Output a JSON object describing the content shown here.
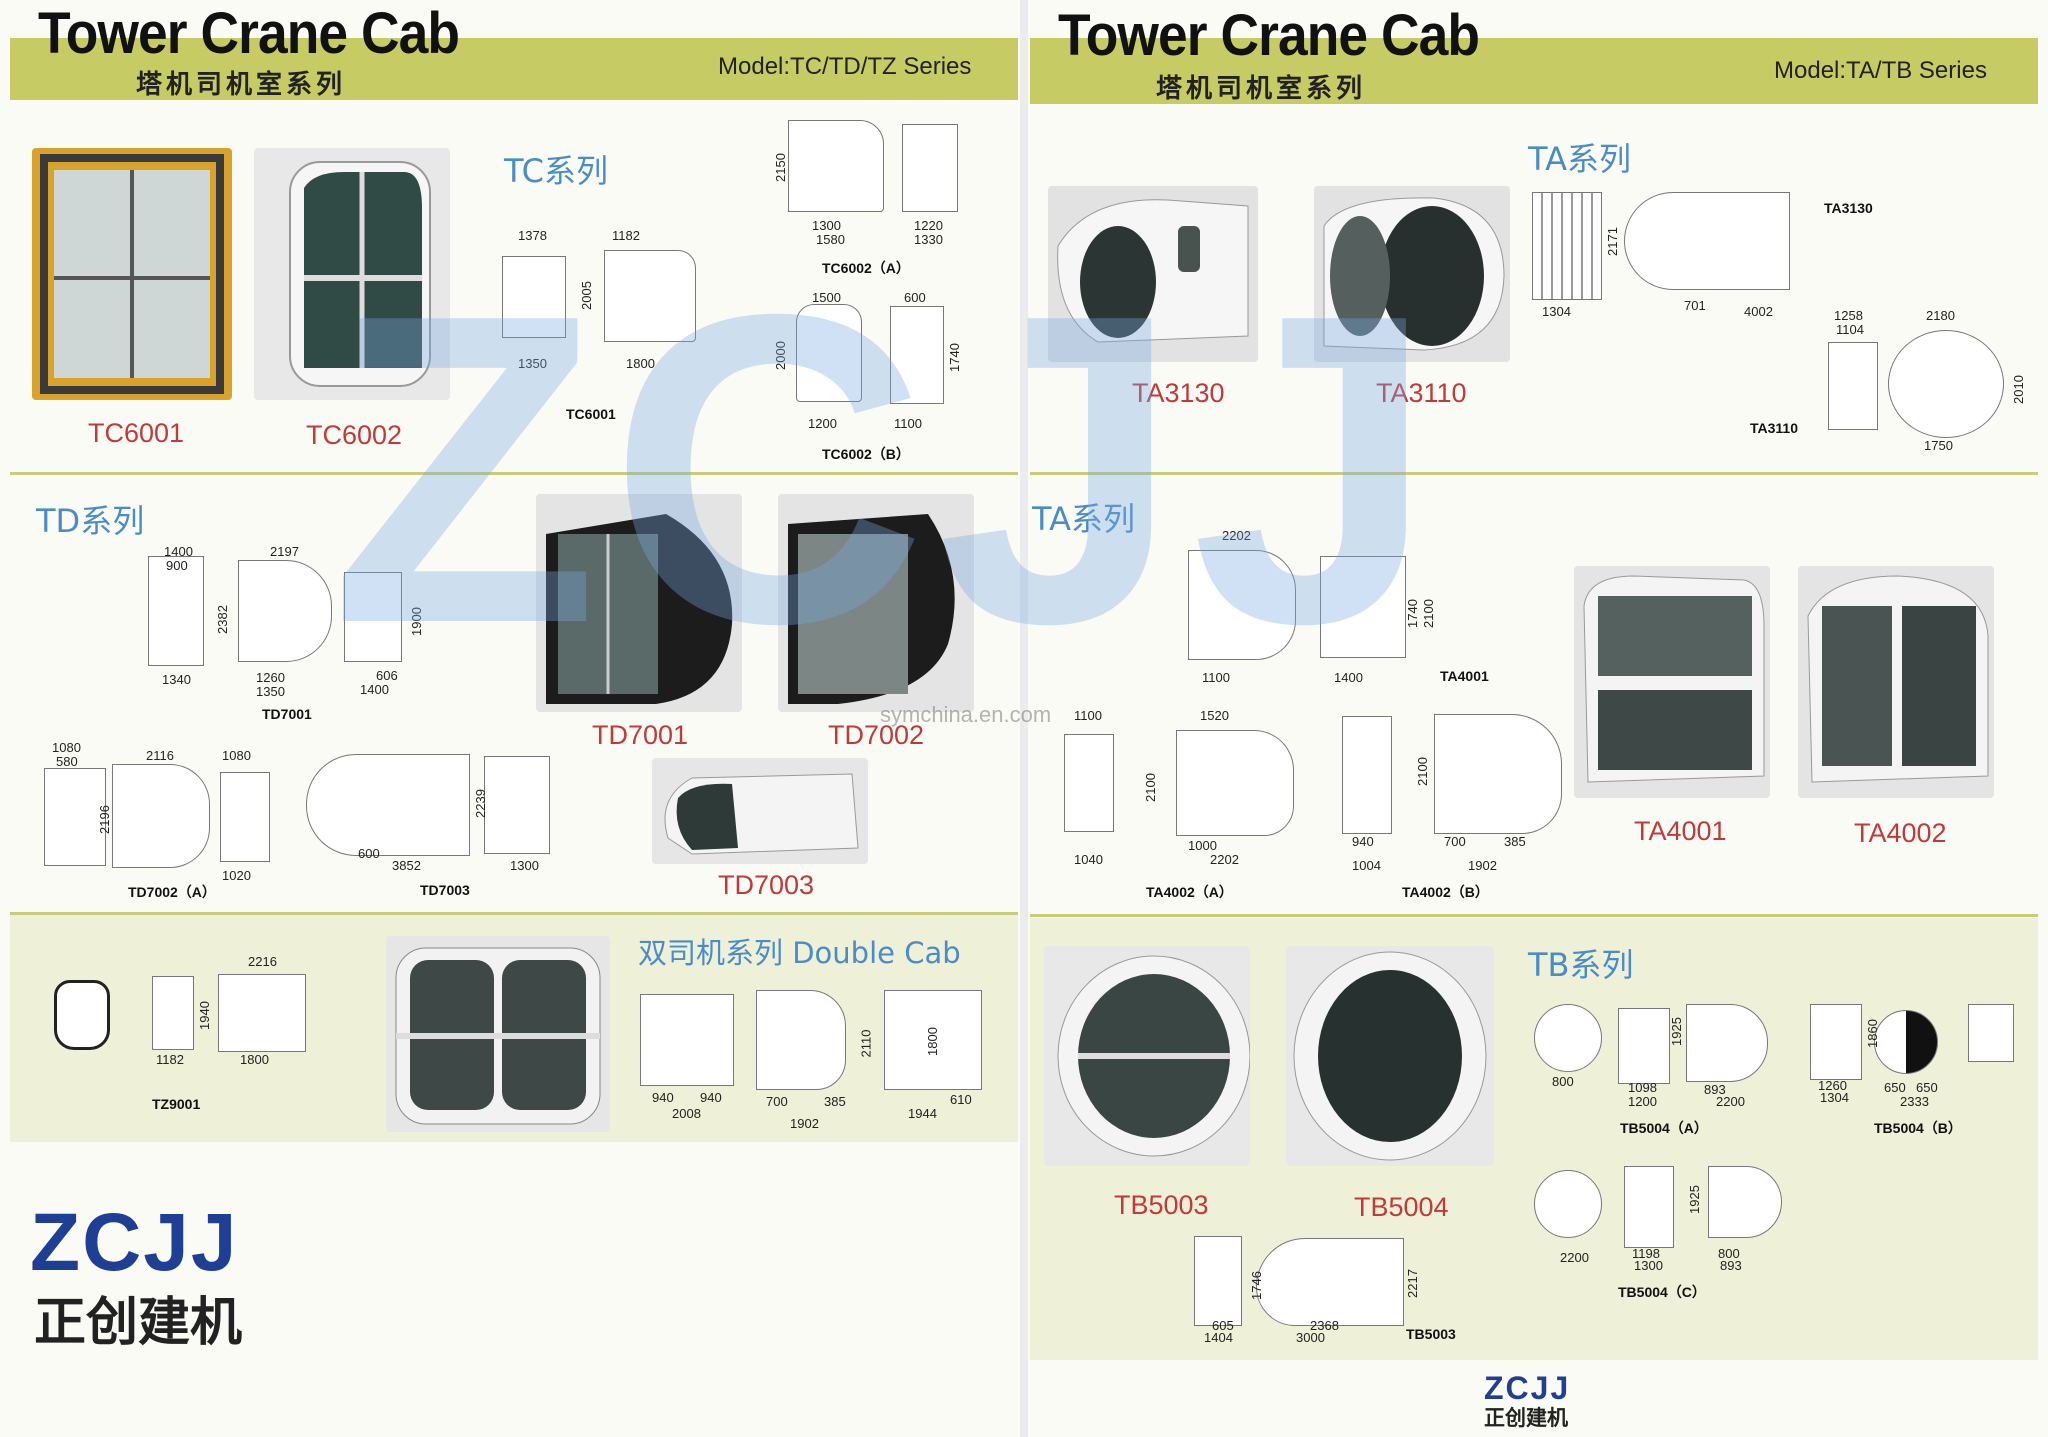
{
  "left": {
    "title": "Tower Crane Cab",
    "subtitle_cn": "塔机司机室系列",
    "model": "Model:TC/TD/TZ Series",
    "tc": {
      "series": "TC系列",
      "products": [
        "TC6001",
        "TC6002"
      ],
      "drawings": [
        "TC6001",
        "TC6002（A）",
        "TC6002（B）"
      ],
      "dims": [
        "1378",
        "1182",
        "2005",
        "1350",
        "1800",
        "2150",
        "1300",
        "1580",
        "1220",
        "1330",
        "1500",
        "600",
        "2000",
        "1740",
        "1200",
        "1100"
      ]
    },
    "td": {
      "series": "TD系列",
      "products": [
        "TD7001",
        "TD7002",
        "TD7003"
      ],
      "drawings": [
        "TD7001",
        "TD7002（A）",
        "TD7003"
      ],
      "dims": [
        "1400",
        "900",
        "2197",
        "2382",
        "1900",
        "1260",
        "1350",
        "1340",
        "606",
        "1400",
        "1080",
        "580",
        "2116",
        "1080",
        "2196",
        "1020",
        "600",
        "3852",
        "2239",
        "1300"
      ]
    },
    "double": {
      "series": "双司机系列  Double Cab",
      "drawings": [
        "TZ9001"
      ],
      "dims": [
        "2216",
        "1940",
        "1182",
        "1800",
        "940",
        "940",
        "2008",
        "2110",
        "700",
        "385",
        "1902",
        "1800",
        "1944",
        "610"
      ]
    },
    "logo": {
      "en": "ZCJJ",
      "cn": "正创建机"
    }
  },
  "right": {
    "title": "Tower Crane Cab",
    "subtitle_cn": "塔机司机室系列",
    "model": "Model:TA/TB Series",
    "ta1": {
      "series": "TA系列",
      "products": [
        "TA3130",
        "TA3110"
      ],
      "drawings": [
        "TA3130",
        "TA3110"
      ],
      "dims": [
        "2171",
        "1304",
        "701",
        "4002",
        "1258",
        "1104",
        "2180",
        "2010",
        "1750"
      ]
    },
    "ta2": {
      "series": "TA系列",
      "products": [
        "TA4001",
        "TA4002"
      ],
      "drawings": [
        "TA4001",
        "TA4002（A）",
        "TA4002（B）"
      ],
      "dims": [
        "2202",
        "1740",
        "2100",
        "1100",
        "1400",
        "1100",
        "1520",
        "2100",
        "1000",
        "2202",
        "1040",
        "2100",
        "940",
        "700",
        "385",
        "1004",
        "1902"
      ]
    },
    "tb": {
      "series": "TB系列",
      "products": [
        "TB5003",
        "TB5004"
      ],
      "drawings": [
        "TB5004（A）",
        "TB5004（B）",
        "TB5004（C）",
        "TB5003"
      ],
      "dims": [
        "800",
        "1925",
        "1098",
        "1200",
        "893",
        "2200",
        "1860",
        "1260",
        "1304",
        "650",
        "650",
        "2333",
        "2200",
        "1925",
        "1198",
        "1300",
        "800",
        "893",
        "1746",
        "2217",
        "605",
        "1404",
        "2368",
        "3000"
      ]
    },
    "logo": {
      "en": "ZCJJ",
      "cn": "正创建机"
    }
  },
  "watermark": {
    "text": "ZCJJ",
    "site": "symchina.en.com"
  },
  "colors": {
    "header_band": "#c7cb64",
    "series_blue": "#4a8dc6",
    "product_red": "#c03a3a",
    "logo_blue": "#1f3f95"
  }
}
